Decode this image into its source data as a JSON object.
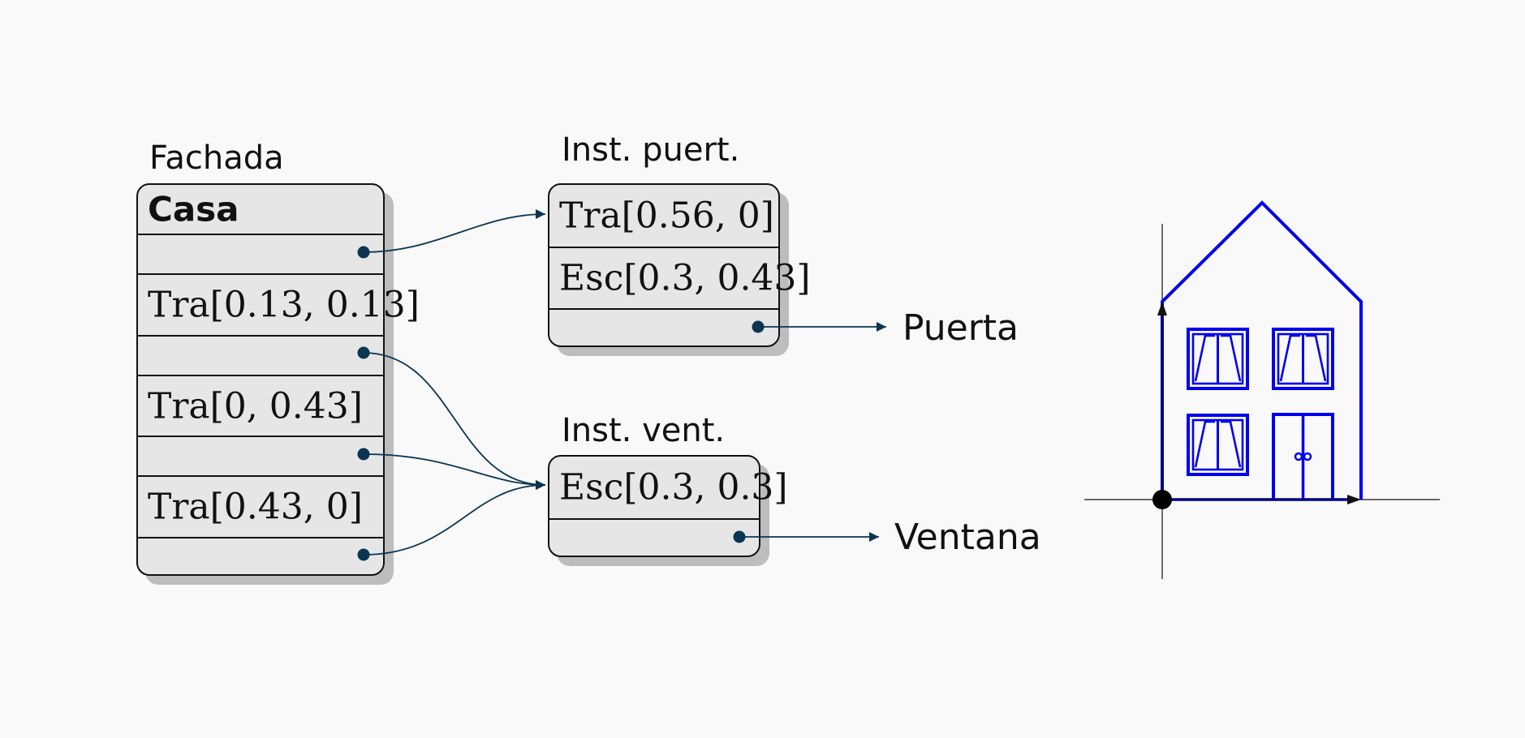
{
  "fachada": {
    "title": "Fachada",
    "node_label": "Casa",
    "transforms": [
      "Tra[0.13, 0.13]",
      "Tra[0, 0.43]",
      "Tra[0.43, 0]"
    ]
  },
  "puerta_inst": {
    "title": "Inst. puert.",
    "transforms": [
      "Tra[0.56, 0]",
      "Esc[0.3, 0.43]"
    ],
    "target": "Puerta"
  },
  "ventana_inst": {
    "title": "Inst. vent.",
    "transforms": [
      "Esc[0.3, 0.3]"
    ],
    "target": "Ventana"
  },
  "colors": {
    "link": "#0b3550",
    "house": "#0000ee",
    "node_fill": "#e6e6e6",
    "shadow": "#bdbdbd"
  }
}
